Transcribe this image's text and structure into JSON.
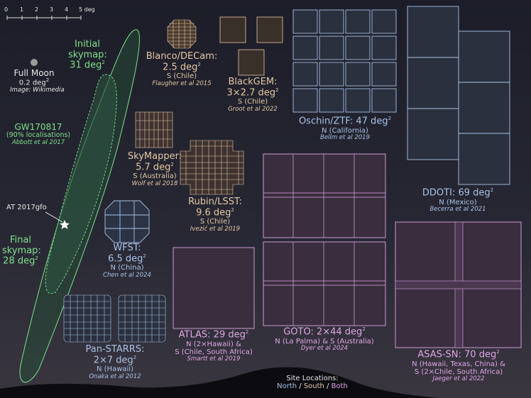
{
  "colors": {
    "north": "#a9c3e8",
    "south": "#e6c7a4",
    "both": "#e0a6e6",
    "gw": "#7fe08a"
  },
  "scale_bar": {
    "ticks": [
      "0",
      "1",
      "2",
      "3",
      "4"
    ],
    "end_label": "5 deg"
  },
  "moon": {
    "name": "Full Moon",
    "area": "0.2 deg",
    "credit": "Image: Wikimedia"
  },
  "gw": {
    "initial_label_1": "Initial",
    "initial_label_2": "skymap:",
    "initial_area": "31 deg",
    "name": "GW170817",
    "note": "(90% localisations)",
    "ref": "Abbott et al 2017",
    "transient": "AT 2017gfo",
    "final_label_1": "Final",
    "final_label_2": "skymap:",
    "final_area": "28 deg"
  },
  "telescopes": {
    "blanco": {
      "name": "Blanco/DECam:",
      "area": "2.5 deg",
      "site": "S (Chile)",
      "ref": "Flaugher et al 2015"
    },
    "blackgem": {
      "name": "BlackGEM:",
      "area": "3×2.7 deg",
      "site": "S (Chile)",
      "ref": "Groot et al 2022"
    },
    "ztf": {
      "name": "Oschin/ZTF: 47 deg",
      "site": "N (California)",
      "ref": "Bellm et al 2019"
    },
    "ddoti": {
      "name": "DDOTI: 69 deg",
      "site": "N (Mexico)",
      "ref": "Becerra et al 2021"
    },
    "skymapper": {
      "name": "SkyMapper:",
      "area": "5.7 deg",
      "site": "S (Australia)",
      "ref": "Wolf et al 2018"
    },
    "lsst": {
      "name": "Rubin/LSST:",
      "area": "9.6 deg",
      "site": "S (Chile)",
      "ref": "Ivezić et al 2019"
    },
    "wfst": {
      "name": "WFST:",
      "area": "6.5 deg",
      "site": "N (China)",
      "ref": "Chen et al 2024"
    },
    "atlas": {
      "name": "ATLAS: 29 deg",
      "site_1": "N (2×Hawaii) &",
      "site_2": "S (Chile, South Africa)",
      "ref": "Smartt et al 2019"
    },
    "goto": {
      "name": "GOTO: 2×44 deg",
      "site": "N (La Palma) & S (Australia)",
      "ref": "Dyer et al 2024"
    },
    "asassn": {
      "name": "ASAS-SN: 70 deg",
      "site_1": "N (Hawaii, Texas, China) &",
      "site_2": "S (2×Chile, South Africa)",
      "ref": "Jaeger et al 2022"
    },
    "panstarrs": {
      "name": "Pan-STARRS:",
      "area": "2×7 deg",
      "site": "N (Hawaii)",
      "ref": "Onaka et al 2012"
    }
  },
  "legend": {
    "title": "Site Locations:",
    "north": "North",
    "sep1": " / ",
    "south": "South",
    "sep2": " / ",
    "both": "Both"
  },
  "superscript": "2"
}
